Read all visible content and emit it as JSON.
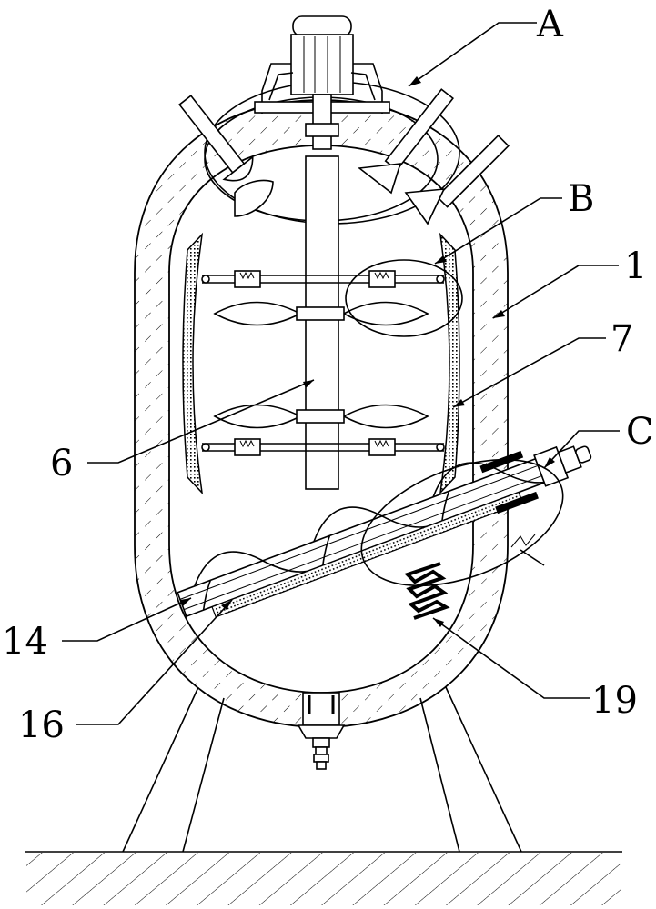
{
  "labels": {
    "A": "A",
    "B": "B",
    "C": "C",
    "n1": "1",
    "n7": "7",
    "n6": "6",
    "n14": "14",
    "n16": "16",
    "n19": "19"
  }
}
